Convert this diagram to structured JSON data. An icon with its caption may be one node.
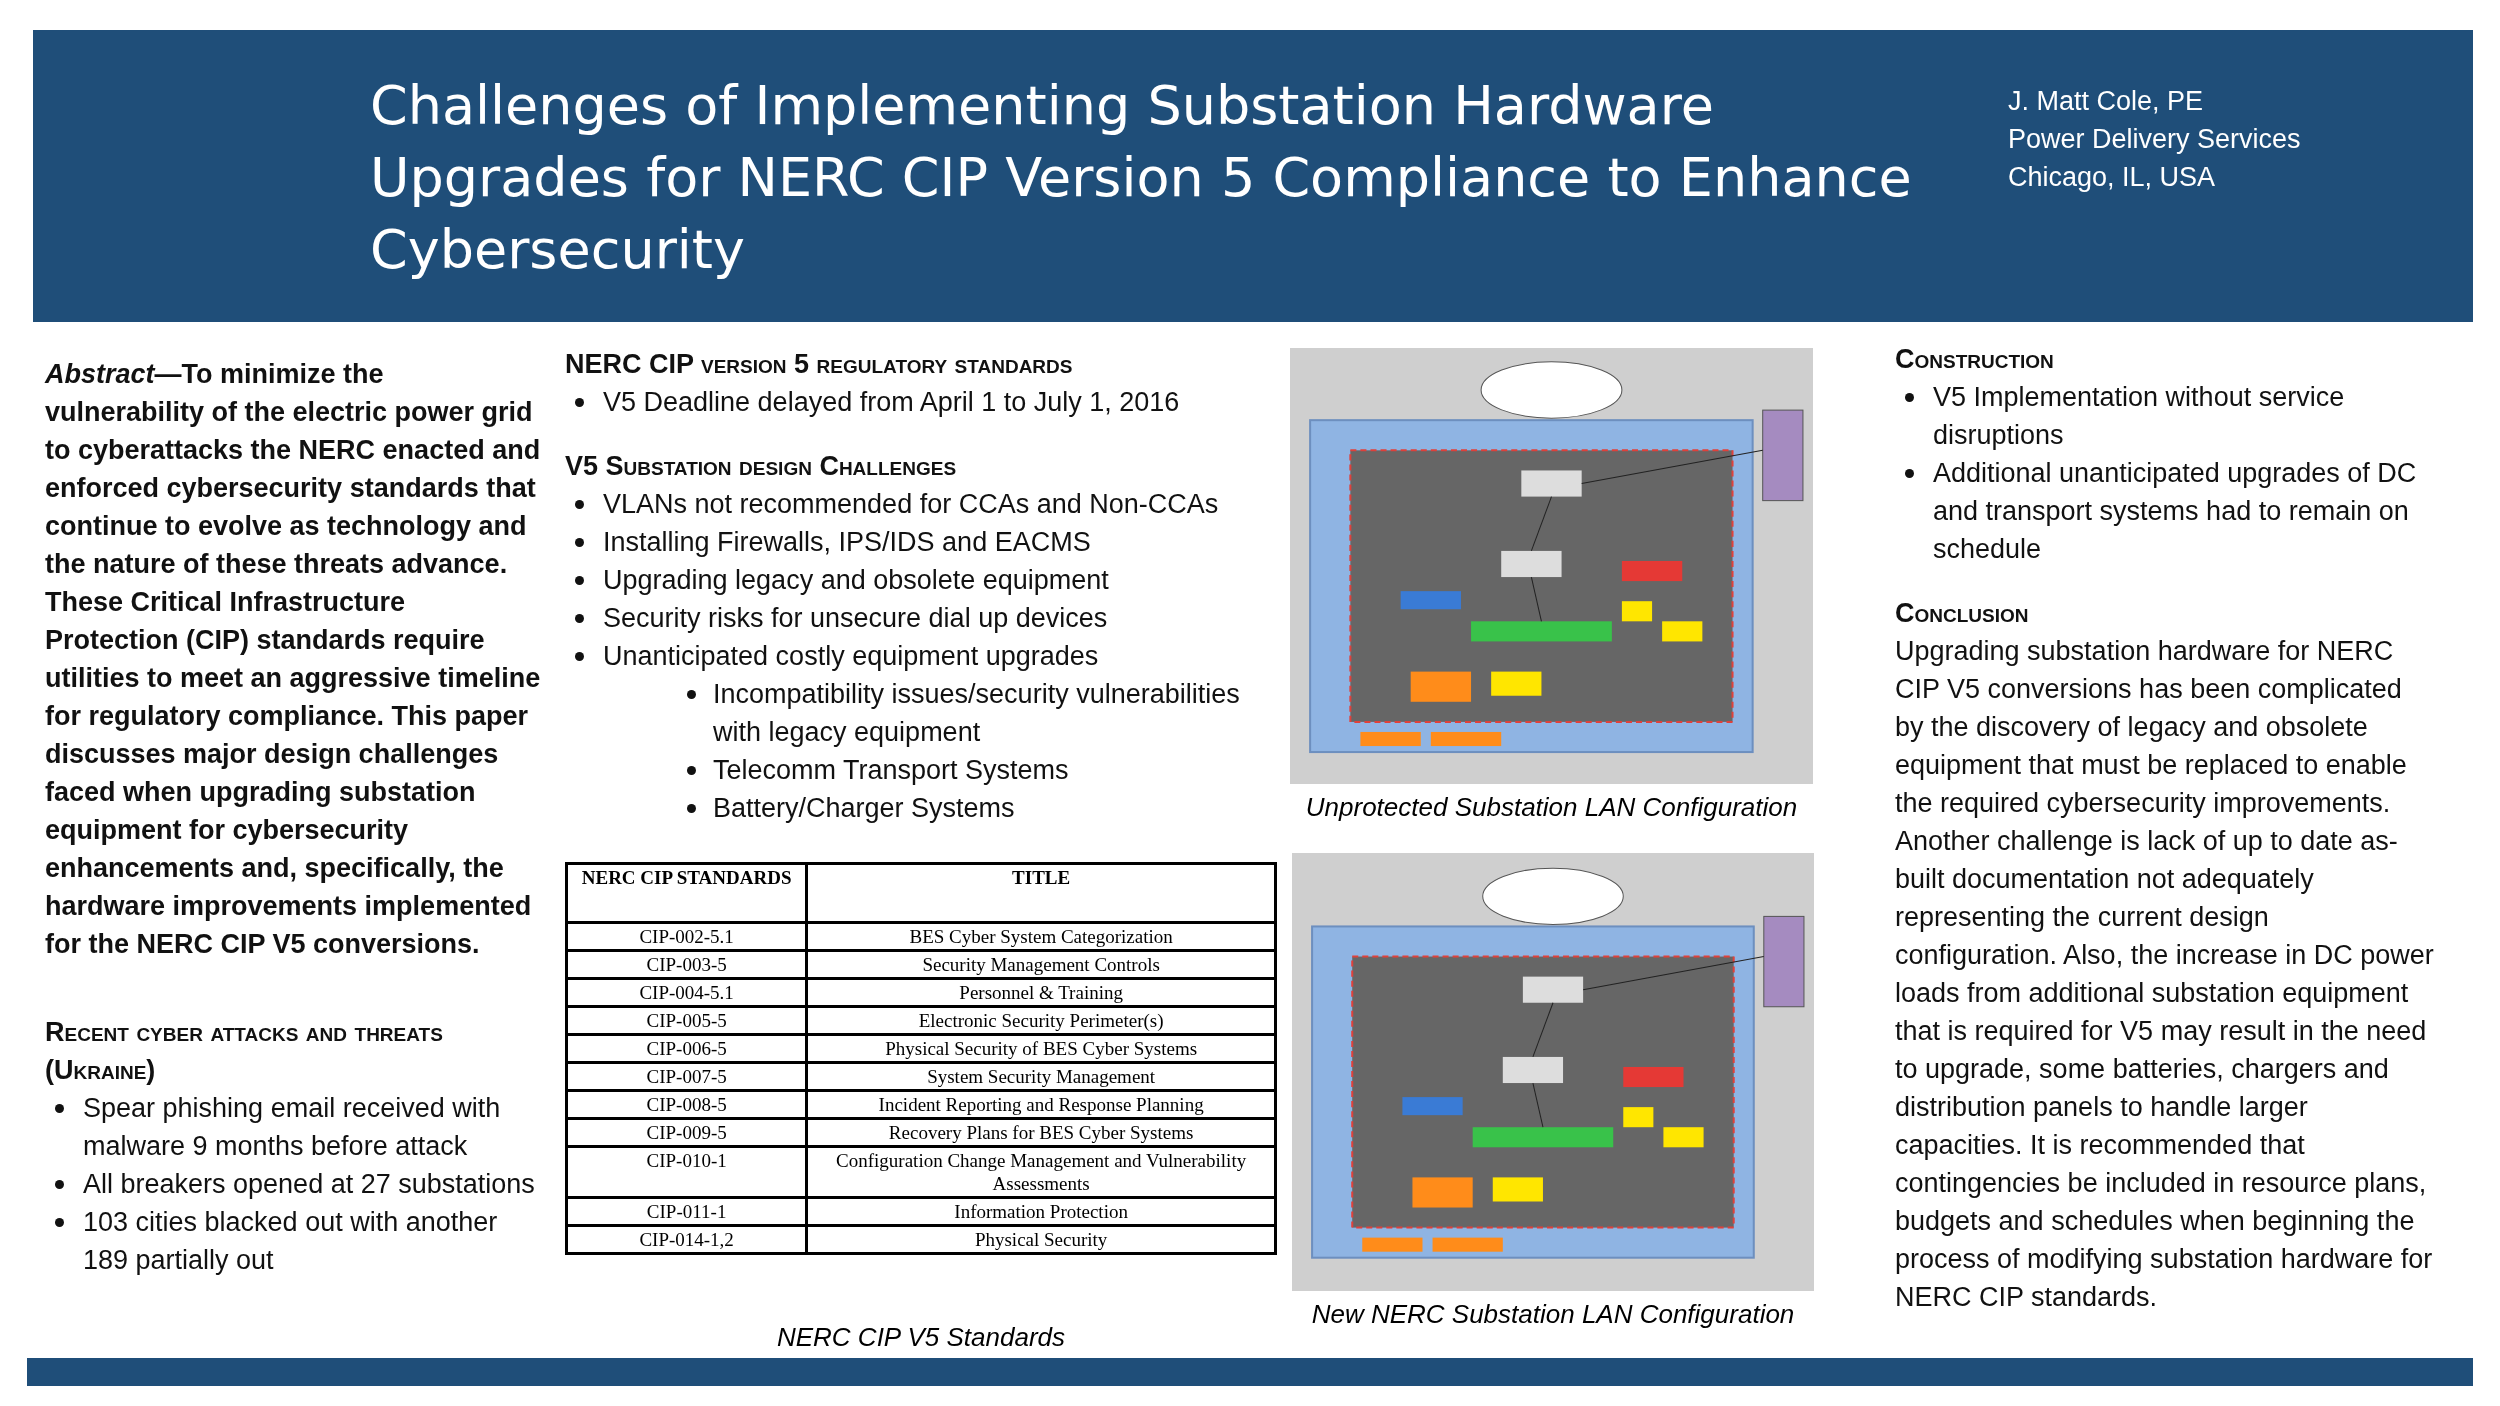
{
  "diagram": {
    "title": "Challenges of Implementing Substation Hardware Upgrades for NERC CIP Version 5 Compliance to Enhance Cybersecurity",
    "nodes": [
      {
        "text": [],
        "shape": "picture",
        "beside": [
          "Unprotected Substation LAN Configuration"
        ]
      },
      {
        "text": [],
        "shape": "picture",
        "beside": [
          "New NERC Substation LAN Configuration"
        ]
      }
    ],
    "labels": [
      "J. Matt Cole, PE",
      "Power Delivery Services",
      "Chicago, IL, USA",
      "*Abstract*—To minimize the vulnerability of the electric power grid to cyberattacks the NERC enacted and enforced cybersecurity standards that continue to evolve as technology and the nature of these threats advance.  These Critical Infrastructure Protection (CIP) standards require utilities to meet an aggressive timeline for regulatory compliance. This paper discusses major design challenges faced when upgrading substation equipment for cybersecurity enhancements and, specifically, the hardware improvements implemented for the NERC CIP V5 conversions.",
      "Recent cyber attacks and threats (Ukraine)",
      "Spear phishing email received with malware 9 months before attack",
      "All breakers opened at 27 substations",
      "103 cities blacked out with another 189 partially out",
      "NERC CIP version 5 regulatory standards",
      "V5 Deadline delayed from April 1 to July 1, 2016",
      "V5 Substation design Challenges",
      "VLANs not recommended for CCAs and Non-CCAs",
      "Installing Firewalls, IPS/IDS and EACMS",
      "Upgrading legacy and obsolete equipment",
      "Security risks for unsecure dial up devices",
      "Unanticipated costly equipment upgrades",
      "Incompatibility issues/security vulnerabilities with legacy equipment",
      "Telecomm Transport Systems",
      "Battery/Charger Systems",
      "NERC CIP STANDARDS",
      "TITLE",
      "CIP-002-5.1",
      "BES Cyber System Categorization",
      "CIP-003-5",
      "Security Management Controls",
      "CIP-004-5.1",
      "Personnel & Training",
      "CIP-005-5",
      "Electronic Security Perimeter(s)",
      "CIP-006-5",
      "Physical Security of BES Cyber Systems",
      "CIP-007-5",
      "System Security Management",
      "CIP-008-5",
      "Incident Reporting and Response Planning",
      "CIP-009-5",
      "Recovery Plans for BES Cyber Systems",
      "CIP-010-1",
      "Configuration Change Management and Vulnerability Assessments",
      "CIP-011-1",
      "Information Protection",
      "CIP-014-1,2",
      "Physical Security",
      "NERC CIP V5 Standards",
      "Construction",
      "V5 Implementation without service disruptions",
      "Additional unanticipated upgrades of DC and transport systems had to remain on schedule",
      "Conclusion",
      "Upgrading substation hardware for NERC CIP V5 conversions has been complicated by the discovery of legacy and obsolete equipment that must be replaced to enable the required cybersecurity improvements.  Another challenge is lack of up to date as-built documentation not adequately representing the current design configuration.  Also, the increase in DC power loads from additional substation equipment that is required for V5 may result in the need to upgrade, some batteries, chargers and distribution panels to handle larger capacities.  It is recommended that contingencies be included in resource plans, budgets and schedules when beginning the process of modifying substation hardware for NERC CIP standards."
    ]
  }
}
